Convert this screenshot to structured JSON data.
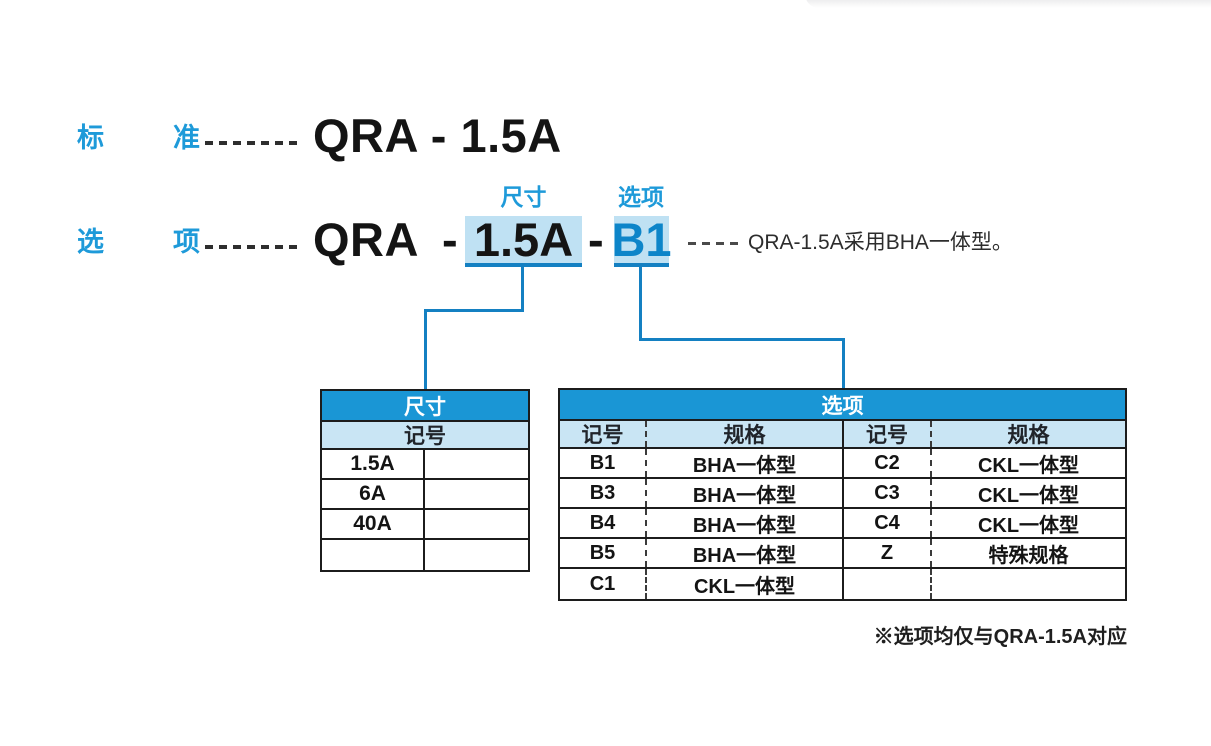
{
  "standard_row": {
    "label": [
      "标",
      "准"
    ],
    "model": "QRA - 1.5A"
  },
  "option_row": {
    "label": [
      "选",
      "项"
    ],
    "prefix": "QRA",
    "separator": "-",
    "size_tag": "尺寸",
    "size_value": "1.5A",
    "option_tag": "选项",
    "option_value": "B1",
    "annotation": "QRA-1.5A采用BHA一体型。"
  },
  "size_table": {
    "title": "尺寸",
    "subheader": "记号",
    "rows": [
      [
        "1.5A",
        ""
      ],
      [
        "6A",
        ""
      ],
      [
        "40A",
        ""
      ],
      [
        "",
        ""
      ]
    ]
  },
  "option_table": {
    "title": "选项",
    "headers": [
      "记号",
      "规格",
      "记号",
      "规格"
    ],
    "rows": [
      [
        "B1",
        "BHA一体型",
        "C2",
        "CKL一体型"
      ],
      [
        "B3",
        "BHA一体型",
        "C3",
        "CKL一体型"
      ],
      [
        "B4",
        "BHA一体型",
        "C4",
        "CKL一体型"
      ],
      [
        "B5",
        "BHA一体型",
        "Z",
        "特殊规格"
      ],
      [
        "C1",
        "CKL一体型",
        "",
        ""
      ]
    ],
    "footnote": "※选项均仅与QRA-1.5A对应"
  },
  "colors": {
    "accent_blue": "#1e9ad9",
    "table_header_blue": "#1a96d5",
    "light_blue": "#c9e5f4",
    "highlight_blue": "#bfe1f3",
    "line_blue": "#1480c2",
    "text_dark": "#141414"
  }
}
